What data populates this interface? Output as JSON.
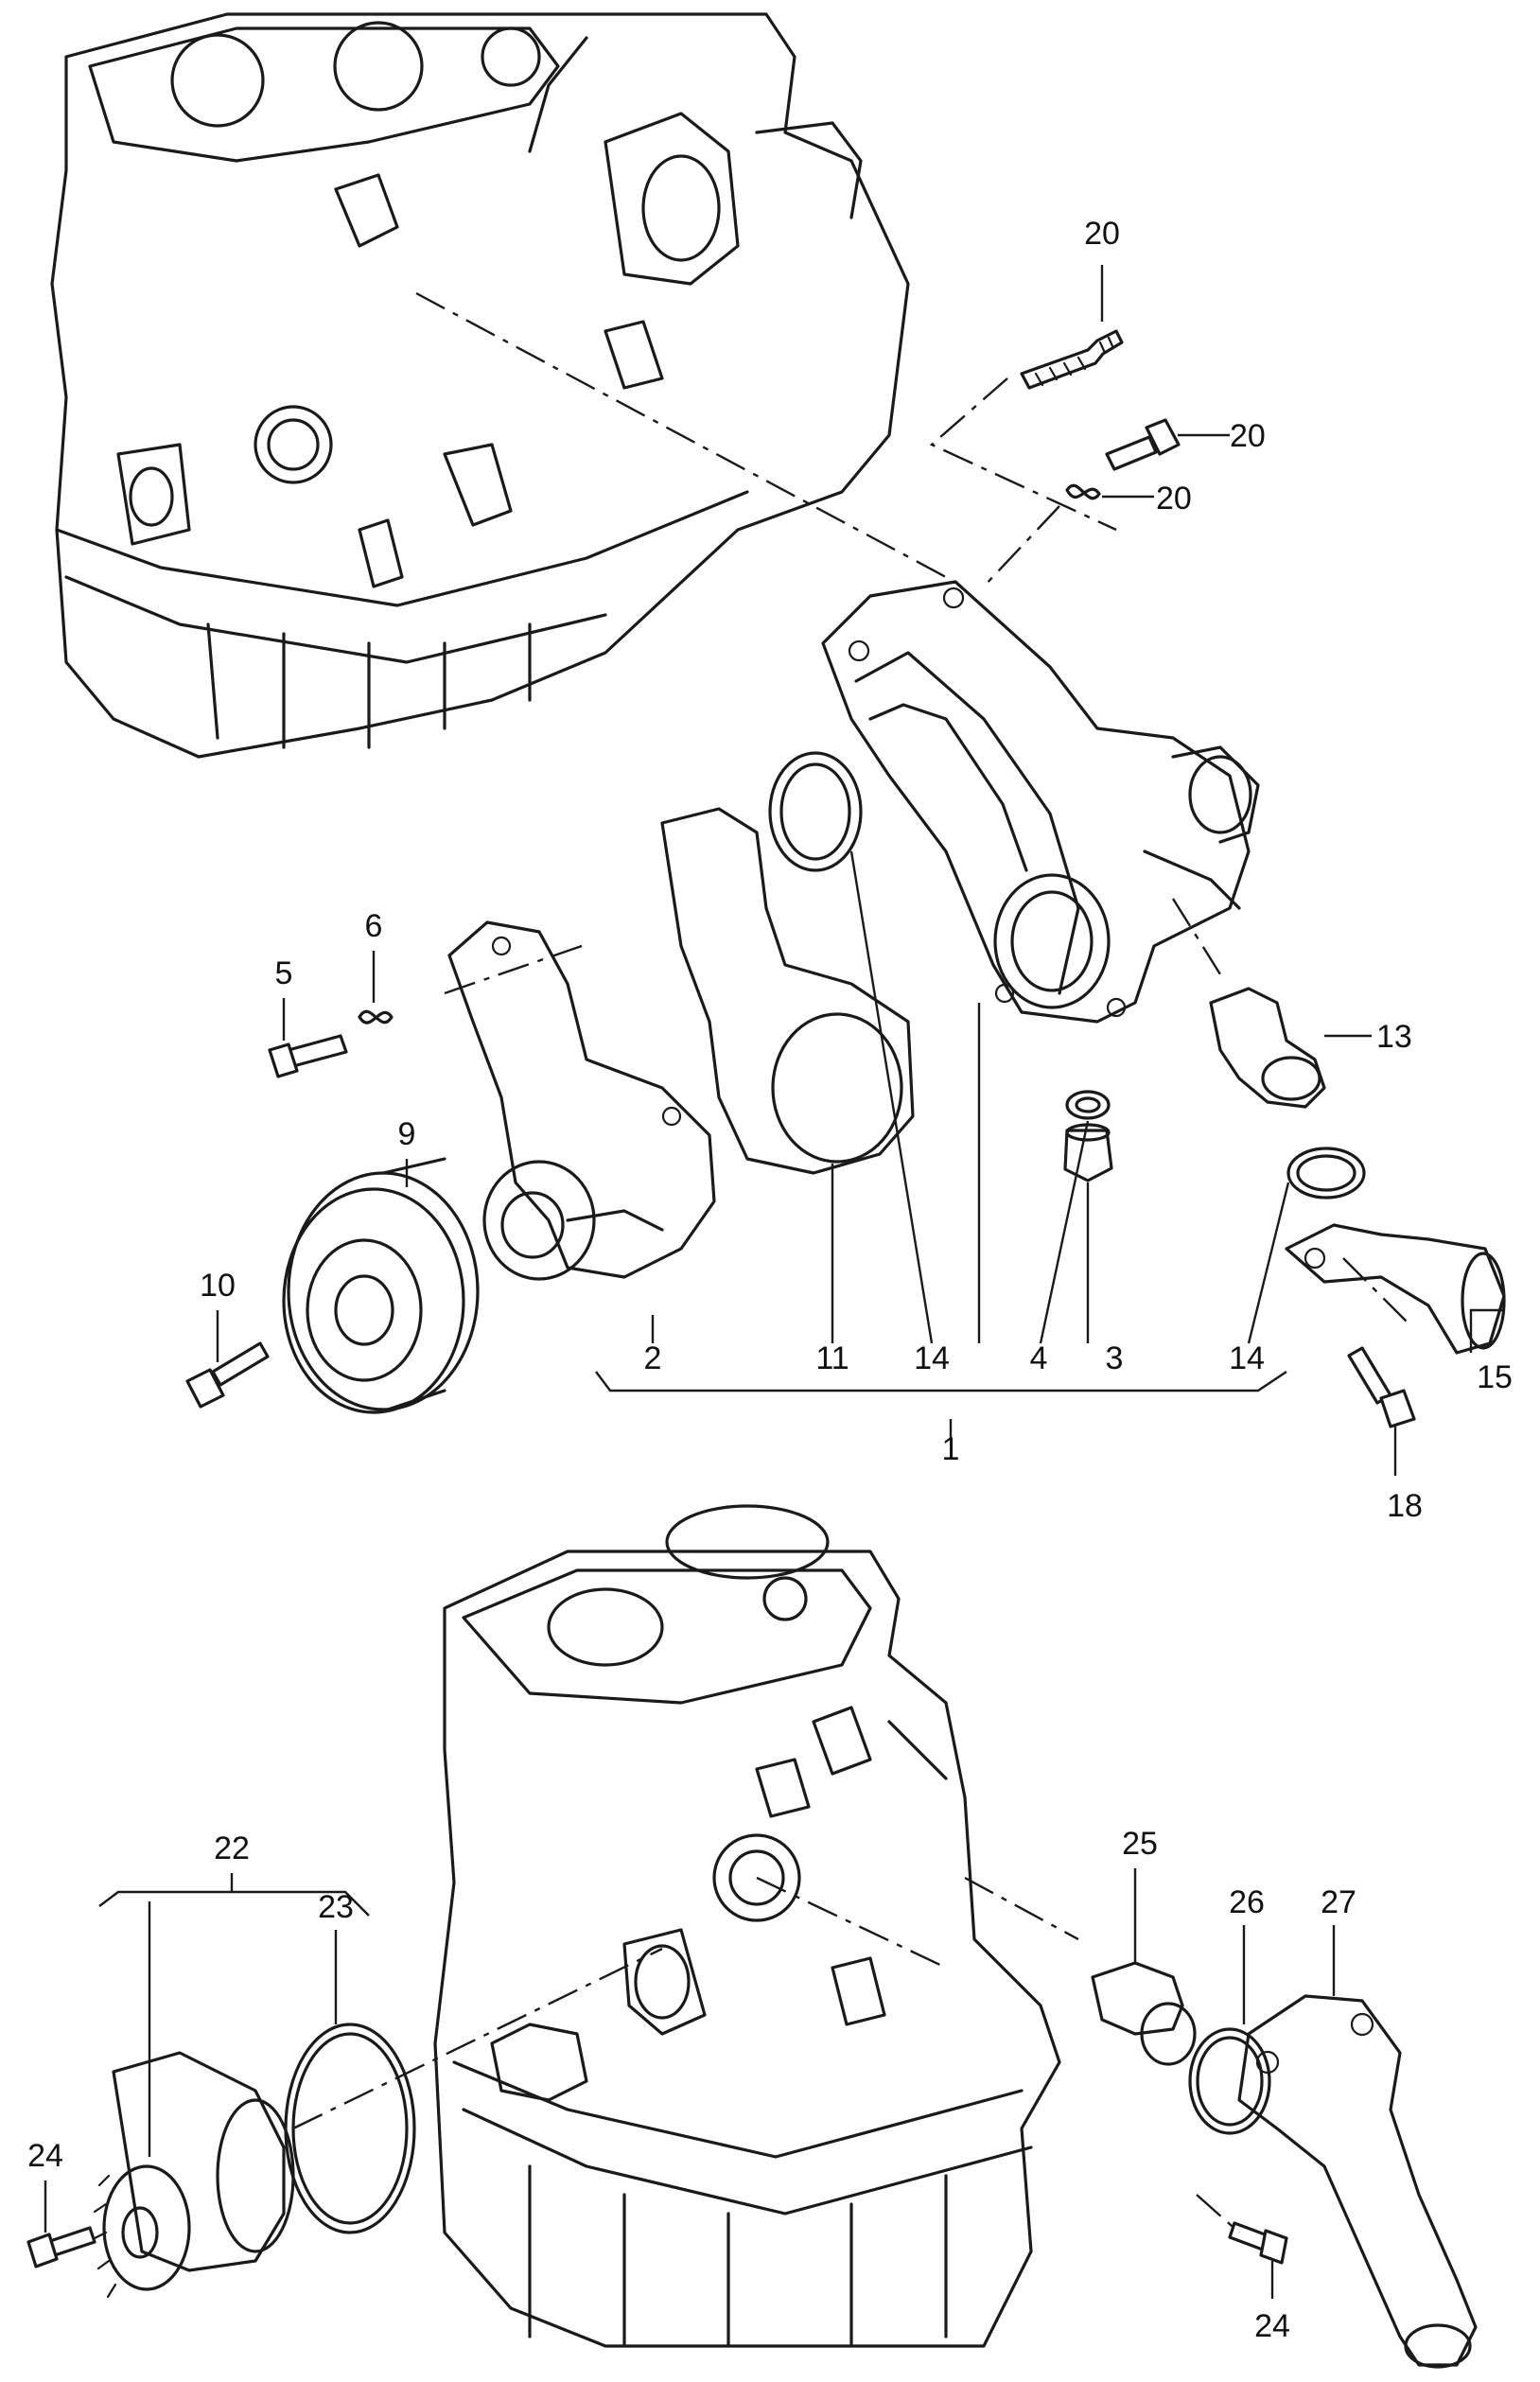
{
  "callouts": [
    {
      "id": "c20a",
      "text": "20"
    },
    {
      "id": "c20b",
      "text": "20"
    },
    {
      "id": "c20c",
      "text": "20"
    },
    {
      "id": "c13",
      "text": "13"
    },
    {
      "id": "c6",
      "text": "6"
    },
    {
      "id": "c5",
      "text": "5"
    },
    {
      "id": "c9",
      "text": "9"
    },
    {
      "id": "c10",
      "text": "10"
    },
    {
      "id": "c2",
      "text": "2"
    },
    {
      "id": "c11",
      "text": "11"
    },
    {
      "id": "c14a",
      "text": "14"
    },
    {
      "id": "c4",
      "text": "4"
    },
    {
      "id": "c3",
      "text": "3"
    },
    {
      "id": "c14b",
      "text": "14"
    },
    {
      "id": "c15",
      "text": "15"
    },
    {
      "id": "c1",
      "text": "1"
    },
    {
      "id": "c18",
      "text": "18"
    },
    {
      "id": "c22",
      "text": "22"
    },
    {
      "id": "c23",
      "text": "23"
    },
    {
      "id": "c25",
      "text": "25"
    },
    {
      "id": "c26",
      "text": "26"
    },
    {
      "id": "c27",
      "text": "27"
    },
    {
      "id": "c24a",
      "text": "24"
    },
    {
      "id": "c24b",
      "text": "24"
    }
  ]
}
